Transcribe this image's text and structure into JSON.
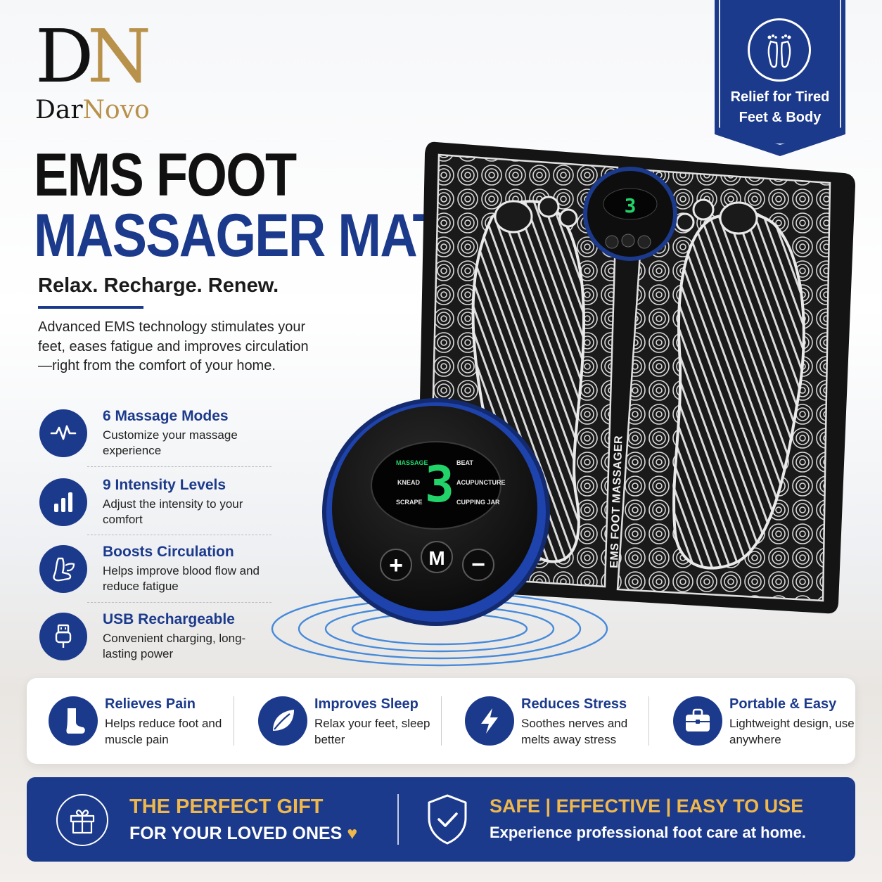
{
  "brand": {
    "monogram_d": "D",
    "monogram_n": "N",
    "name_part1": "Dar",
    "name_part2": "Novo",
    "gold": "#b8914a"
  },
  "colors": {
    "primary_blue": "#1c3a8c",
    "accent_gold": "#f0b84a",
    "screen_green": "#22d36a"
  },
  "headline": {
    "line1": "EMS FOOT",
    "line2": "MASSAGER MAT"
  },
  "tagline": "Relax. Recharge. Renew.",
  "intro": "Advanced EMS technology stimulates your feet, eases fatigue and improves circulation—right from the comfort of your home.",
  "features": [
    {
      "icon": "wave-pulse-icon",
      "title": "6 Massage Modes",
      "desc": "Customize your massage experience"
    },
    {
      "icon": "bar-levels-icon",
      "title": "9 Intensity Levels",
      "desc": "Adjust the intensity to your comfort"
    },
    {
      "icon": "foot-leaf-icon",
      "title": "Boosts Circulation",
      "desc": "Helps improve blood flow and reduce fatigue"
    },
    {
      "icon": "usb-plug-icon",
      "title": "USB Rechargeable",
      "desc": "Convenient charging, long-lasting power"
    }
  ],
  "badge": {
    "icon": "feet-icon",
    "text": "Relief for Tired\nFeet & Body"
  },
  "product": {
    "mat_label": "EMS FOOT MASSAGER",
    "display_digit": "3",
    "modes_left": [
      "MASSAGE",
      "KNEAD",
      "SCRAPE"
    ],
    "modes_right": [
      "BEAT",
      "ACUPUNCTURE",
      "CUPPING JAR"
    ],
    "buttons": {
      "plus": "+",
      "mode": "M",
      "minus": "−"
    }
  },
  "benefits": [
    {
      "icon": "foot-icon",
      "title": "Relieves Pain",
      "desc": "Helps reduce foot and muscle pain"
    },
    {
      "icon": "leaf-icon",
      "title": "Improves Sleep",
      "desc": "Relax your feet, sleep better"
    },
    {
      "icon": "lightning-icon",
      "title": "Reduces Stress",
      "desc": "Soothes nerves and melts away stress"
    },
    {
      "icon": "briefcase-icon",
      "title": "Portable & Easy",
      "desc": "Lightweight design, use anywhere"
    }
  ],
  "banner": {
    "gift_icon": "gift-icon",
    "gift_line1": "THE PERFECT GIFT",
    "gift_line2": "FOR YOUR LOVED ONES",
    "heart": "♥",
    "shield_icon": "shield-check-icon",
    "safe_line1": "SAFE | EFFECTIVE | EASY TO USE",
    "safe_line2": "Experience professional foot care at home."
  }
}
